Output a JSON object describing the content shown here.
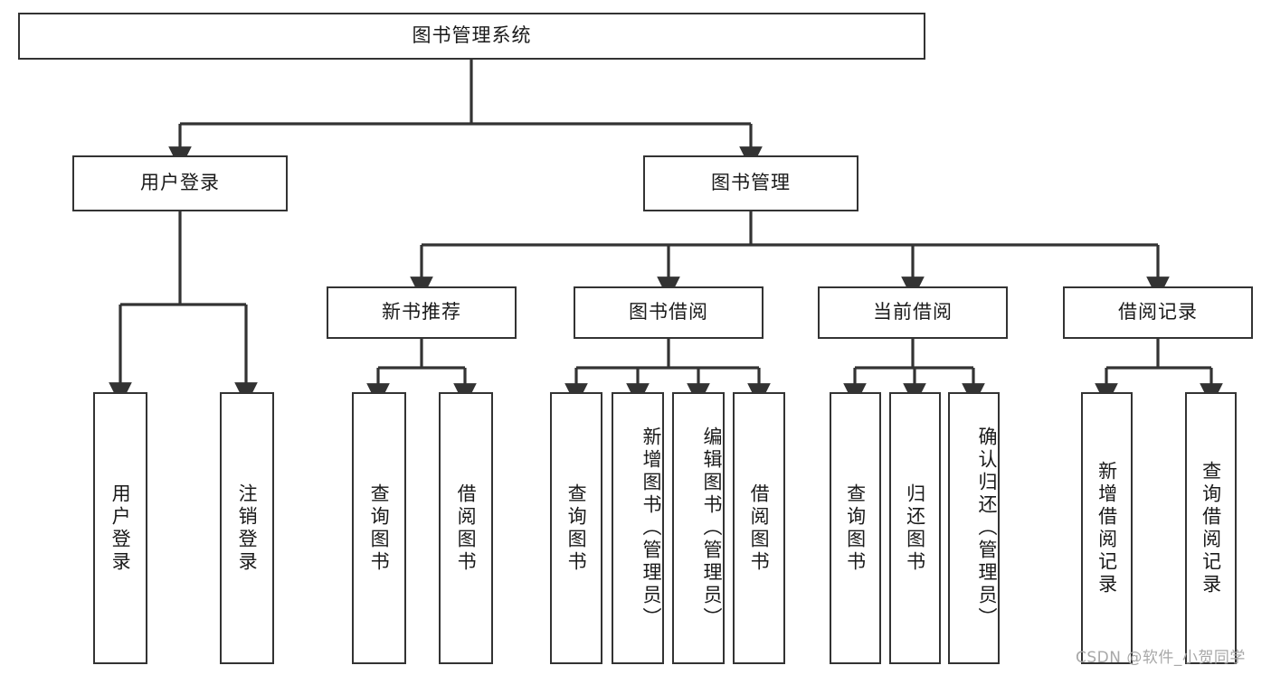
{
  "diagram": {
    "type": "tree-hierarchy",
    "title": "图书管理系统",
    "root": {
      "id": "root",
      "label": "图书管理系统",
      "orientation": "horizontal"
    },
    "level2": [
      {
        "id": "user-login",
        "label": "用户登录",
        "orientation": "horizontal"
      },
      {
        "id": "book-management",
        "label": "图书管理",
        "orientation": "horizontal"
      }
    ],
    "level3": [
      {
        "id": "new-book-recommend",
        "label": "新书推荐",
        "orientation": "horizontal",
        "parent": "book-management"
      },
      {
        "id": "book-borrow",
        "label": "图书借阅",
        "orientation": "horizontal",
        "parent": "book-management"
      },
      {
        "id": "current-borrow",
        "label": "当前借阅",
        "orientation": "horizontal",
        "parent": "book-management"
      },
      {
        "id": "borrow-record",
        "label": "借阅记录",
        "orientation": "horizontal",
        "parent": "book-management"
      }
    ],
    "leaves": [
      {
        "id": "leaf-user-login",
        "label": "用户登录",
        "parent": "user-login"
      },
      {
        "id": "leaf-logout-login",
        "label": "注销登录",
        "parent": "user-login"
      },
      {
        "id": "leaf-query-book-1",
        "label": "查询图书",
        "parent": "new-book-recommend"
      },
      {
        "id": "leaf-borrow-book-1",
        "label": "借阅图书",
        "parent": "new-book-recommend"
      },
      {
        "id": "leaf-query-book-2",
        "label": "查询图书",
        "parent": "book-borrow"
      },
      {
        "id": "leaf-add-book-admin",
        "label": "新增图书（管理员）",
        "parent": "book-borrow"
      },
      {
        "id": "leaf-edit-book-admin",
        "label": "编辑图书（管理员）",
        "parent": "book-borrow"
      },
      {
        "id": "leaf-borrow-book-2",
        "label": "借阅图书",
        "parent": "book-borrow"
      },
      {
        "id": "leaf-query-book-3",
        "label": "查询图书",
        "parent": "current-borrow"
      },
      {
        "id": "leaf-return-book",
        "label": "归还图书",
        "parent": "current-borrow"
      },
      {
        "id": "leaf-confirm-return-admin",
        "label": "确认归还（管理员）",
        "parent": "current-borrow"
      },
      {
        "id": "leaf-add-borrow-record",
        "label": "新增借阅记录",
        "parent": "borrow-record"
      },
      {
        "id": "leaf-query-borrow-record",
        "label": "查询借阅记录",
        "parent": "borrow-record"
      }
    ],
    "colors": {
      "box_border": "#333333",
      "box_fill": "#ffffff",
      "connector": "#333333",
      "text": "#1a1a1a",
      "background": "#ffffff",
      "watermark": "#a8a8a8"
    }
  },
  "watermark": {
    "text": "CSDN @软件_小贺同学"
  }
}
